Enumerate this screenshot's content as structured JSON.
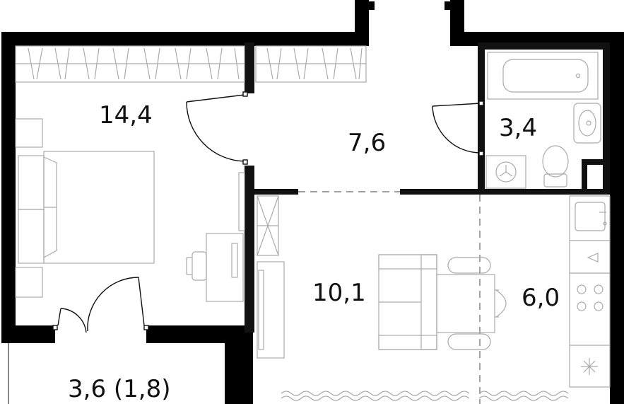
{
  "rooms": [
    {
      "id": "bedroom",
      "area": "14,4"
    },
    {
      "id": "hall",
      "area": "7,6"
    },
    {
      "id": "bathroom",
      "area": "3,4"
    },
    {
      "id": "living",
      "area": "10,1"
    },
    {
      "id": "kitchen",
      "area": "6,0"
    },
    {
      "id": "balcony",
      "area": "3,6 (1,8)"
    }
  ],
  "colors": {
    "wall": "#000000",
    "partition": "#333333",
    "furniture": "#aaaaaa",
    "text": "#111111",
    "background": "#ffffff"
  }
}
